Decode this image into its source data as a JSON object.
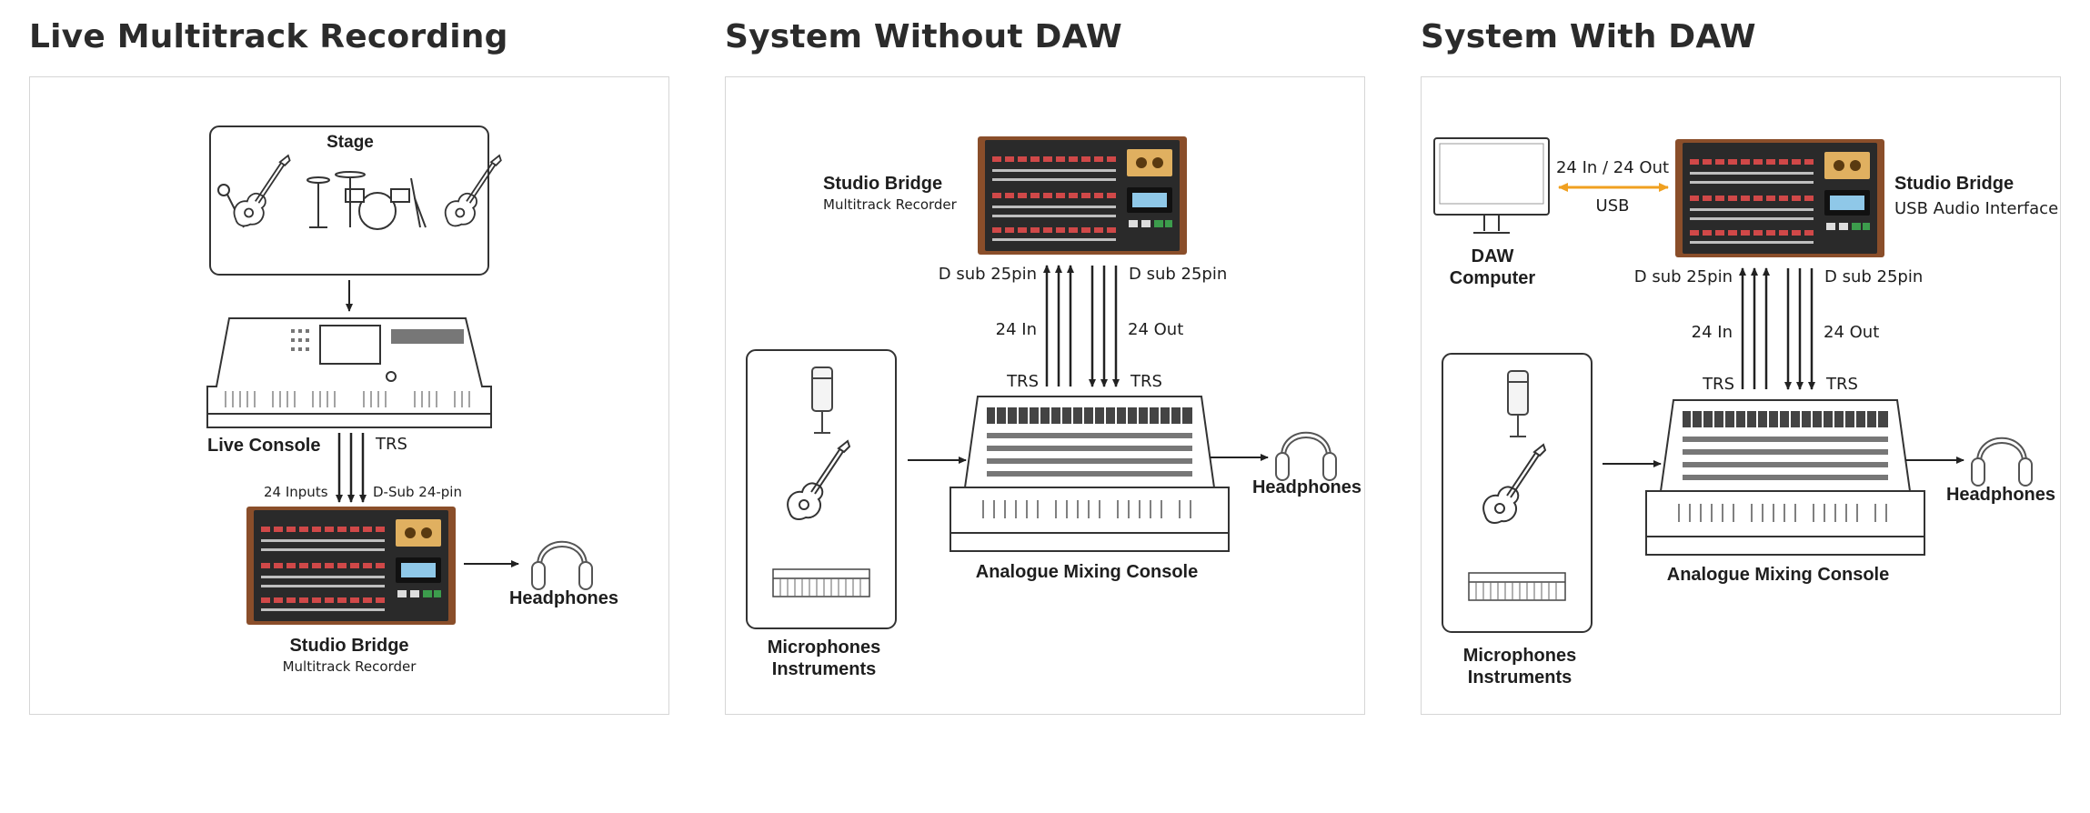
{
  "panels": [
    {
      "title": "Live Multitrack Recording",
      "stage_label": "Stage",
      "console_label": "Live Console",
      "trs_label": "TRS",
      "inputs_label": "24 Inputs",
      "dsub_label": "D-Sub 24-pin",
      "device_label": "Studio Bridge",
      "device_sub": "Multitrack Recorder",
      "headphones_label": "Headphones"
    },
    {
      "title": "System Without DAW",
      "device_label": "Studio Bridge",
      "device_sub": "Multitrack Recorder",
      "dsub_left": "D sub 25pin",
      "dsub_right": "D sub 25pin",
      "in_label": "24 In",
      "out_label": "24 Out",
      "trs_left": "TRS",
      "trs_right": "TRS",
      "sources_line1": "Microphones",
      "sources_line2": "Instruments",
      "console_label": "Analogue Mixing Console",
      "headphones_label": "Headphones"
    },
    {
      "title": "System With DAW",
      "computer_line1": "DAW",
      "computer_line2": "Computer",
      "link_label": "24 In / 24 Out",
      "usb_label": "USB",
      "device_label": "Studio Bridge",
      "device_sub": "USB Audio Interface",
      "dsub_left": "D sub 25pin",
      "dsub_right": "D sub 25pin",
      "in_label": "24 In",
      "out_label": "24 Out",
      "trs_left": "TRS",
      "trs_right": "TRS",
      "sources_line1": "Microphones",
      "sources_line2": "Instruments",
      "console_label": "Analogue Mixing Console",
      "headphones_label": "Headphones"
    }
  ],
  "colors": {
    "usb_link": "#f0a020",
    "device_wood": "#8a4e2a",
    "device_panel": "#2a2a2a"
  }
}
